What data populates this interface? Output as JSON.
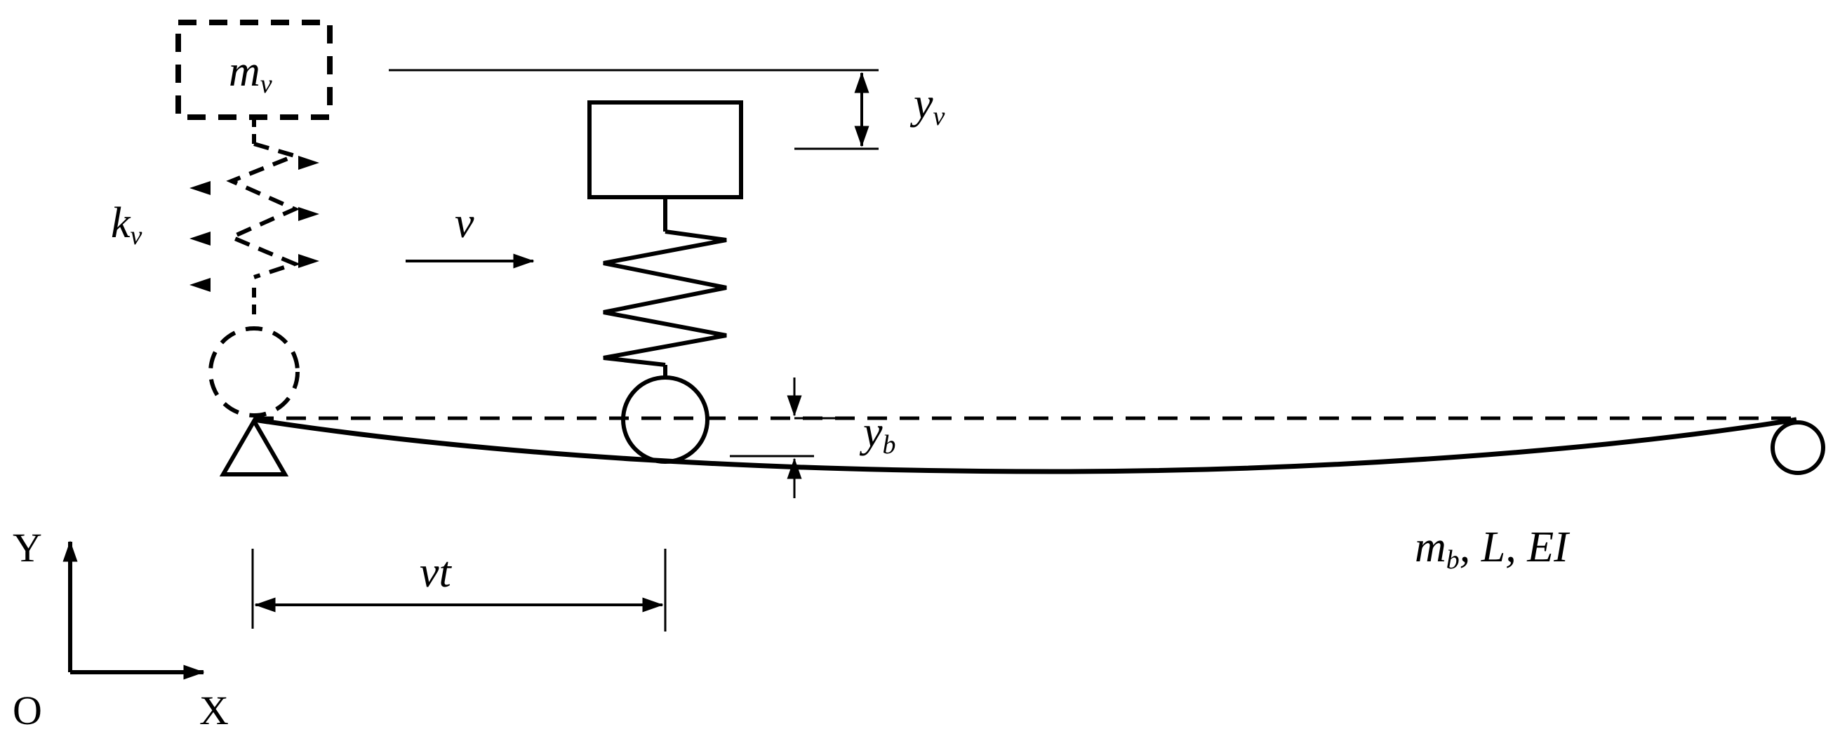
{
  "labels": {
    "mass_main": "m",
    "mass_sub": "v",
    "stiffness_main": "k",
    "stiffness_sub": "v",
    "velocity": "v",
    "vehicle_disp_main": "y",
    "vehicle_disp_sub": "v",
    "beam_disp_main": "y",
    "beam_disp_sub": "b",
    "position": "vt",
    "beam_props_m": "m",
    "beam_props_sub": "b",
    "beam_props_rest": ", L, EI",
    "axis_y": "Y",
    "axis_x": "X",
    "origin": "O"
  },
  "colors": {
    "ink": "#000000",
    "background": "#ffffff"
  },
  "icons": {
    "pin_support": "triangle-pin-support-icon",
    "roller_support": "circle-roller-support-icon"
  }
}
